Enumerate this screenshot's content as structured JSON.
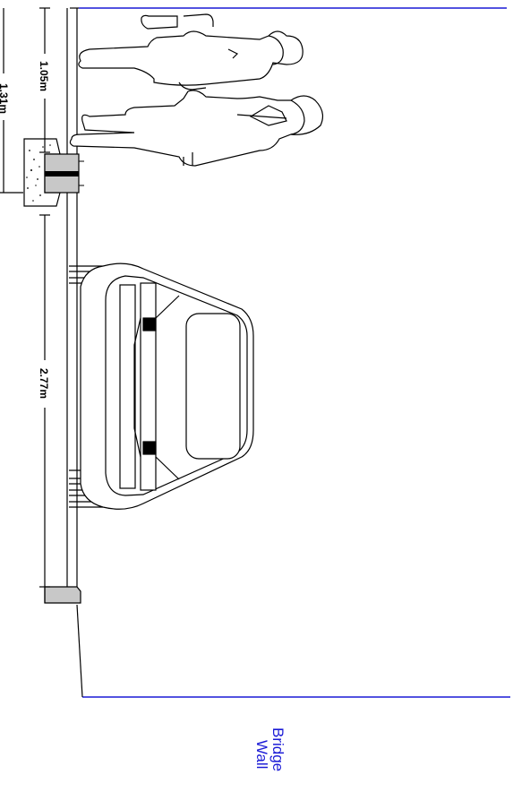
{
  "labels": {
    "dim_top": "1.05m",
    "dim_side": "1.31m",
    "dim_road": "2.77m",
    "wall_line1": "Bridge",
    "wall_line2": "Wall"
  },
  "colors": {
    "line": "#000000",
    "wall_line": "#1a1ad6",
    "wall_text": "#1a1ad6",
    "curb_fill": "#c8c8c8",
    "concrete_fill": "#ffffff",
    "rail_fill": "#e0e0e0",
    "tire_fill": "#000000"
  }
}
